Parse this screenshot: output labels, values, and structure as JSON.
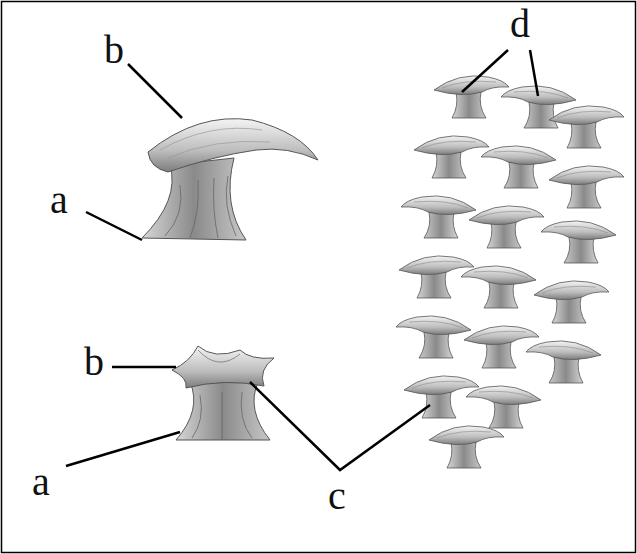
{
  "diagram": {
    "labels": [
      "d",
      "b",
      "a",
      "b",
      "a",
      "c"
    ]
  }
}
